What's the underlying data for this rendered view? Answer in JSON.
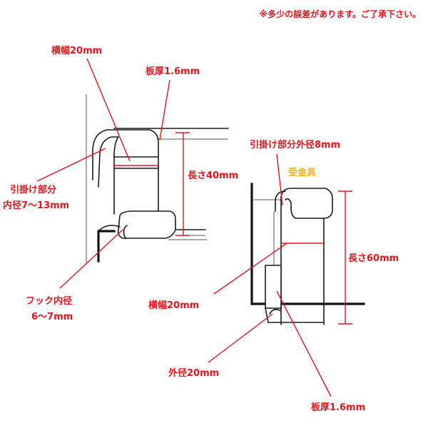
{
  "notice": "※多少の誤差があります。ご了承下さい。",
  "labels": {
    "hook_width": "横幅20mm",
    "hook_plate_thickness": "板厚1.6mm",
    "hook_inner_diameter_line1": "引掛け部分",
    "hook_inner_diameter_line2": "内径7〜13mm",
    "hook_length": "長さ40mm",
    "hook_tip_inner_line1": "フック内径",
    "hook_tip_inner_line2": "6〜7mm",
    "receiver_outer_diameter": "引掛け部分外径8mm",
    "receiver_title": "受金具",
    "receiver_length": "長さ60mm",
    "receiver_width": "横幅20mm",
    "receiver_outer_bottom": "外径20mm",
    "receiver_plate_thickness": "板厚1.6mm"
  },
  "colors": {
    "red": "#e8141b",
    "yellow": "#f2b705",
    "ink": "#1a1a1a"
  }
}
